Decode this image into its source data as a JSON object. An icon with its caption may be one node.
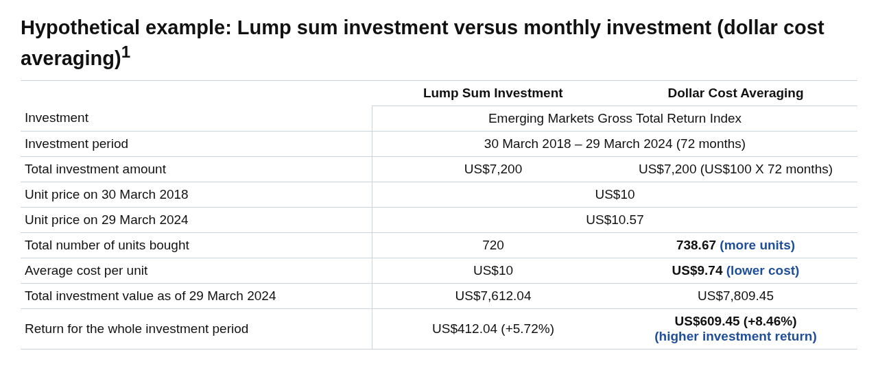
{
  "diagram": {
    "title": "Hypothetical example: Lump sum investment versus monthly investment (dollar cost averaging)$^{1}$",
    "labels": [
      "Lump Sum Investment",
      "Dollar Cost Averaging",
      "Investment",
      "Emerging Markets Gross Total Return Index",
      "Investment period",
      "30 March 2018 – 29 March 2024 (72 months)",
      "Total investment amount",
      "US$7,200",
      "US$7,200 (US$100 X 72 months)",
      "Unit price on 30 March 2018",
      "US$10",
      "Unit price on 29 March 2024",
      "US$10.57",
      "Total number of units bought",
      "720",
      "738.67",
      "(more units)",
      "Average cost per unit",
      "US$10",
      "US$9.74",
      "(lower cost)",
      "Total investment value as of 29 March 2024",
      "US$7,612.04",
      "US$7,809.45",
      "Return for the whole investment period",
      "US$412.04 (+5.72%)",
      "US$609.45 (+8.46%)",
      "(higher investment return)"
    ]
  }
}
